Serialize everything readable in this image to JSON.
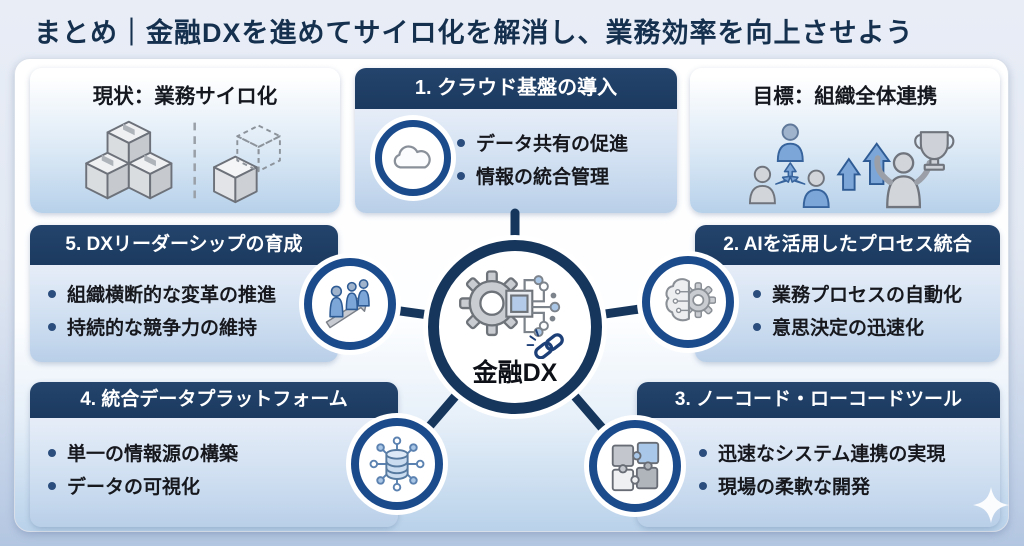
{
  "slide": {
    "title": "まとめ｜金融DXを進めてサイロ化を解消し、業務効率を向上させよう"
  },
  "current_state": {
    "title": "現状：業務サイロ化",
    "icon": "siloed-boxes-icon"
  },
  "goal": {
    "title": "目標：組織全体連携",
    "icon": "org-collaboration-icon"
  },
  "hub": {
    "label": "金融DX",
    "icon": "gear-circuit-icon",
    "badge_icon": "chain-link-icon"
  },
  "steps": [
    {
      "title": "1. クラウド基盤の導入",
      "icon": "cloud-icon",
      "bullets": [
        "データ共有の促進",
        "情報の統合管理"
      ]
    },
    {
      "title": "2. AIを活用したプロセス統合",
      "icon": "ai-brain-gear-icon",
      "bullets": [
        "業務プロセスの自動化",
        "意思決定の迅速化"
      ]
    },
    {
      "title": "3. ノーコード・ローコードツール",
      "icon": "puzzle-icon",
      "bullets": [
        "迅速なシステム連携の実現",
        "現場の柔軟な開発"
      ]
    },
    {
      "title": "4. 統合データプラットフォーム",
      "icon": "database-network-icon",
      "bullets": [
        "単一の情報源の構築",
        "データの可視化"
      ]
    },
    {
      "title": "5. DXリーダーシップの育成",
      "icon": "leadership-icon",
      "bullets": [
        "組織横断的な変革の推進",
        "持続的な競争力の維持"
      ]
    }
  ],
  "decor": {
    "sparkle": "sparkle-icon"
  },
  "colors": {
    "title_navy": "#15304f",
    "header_navy": "#1d3a5f",
    "hub_ring_navy": "#16365c",
    "satellite_ring_blue": "#1c4b8c",
    "connector_navy": "#16365c",
    "accent_blue": "#7da6d8",
    "node_blue": "#aac6e6",
    "bullet_dot_navy": "#2b4d7d",
    "body_gradient_bottom": "#b9cfe8",
    "page_bg_bottom": "#b3c6e1"
  }
}
